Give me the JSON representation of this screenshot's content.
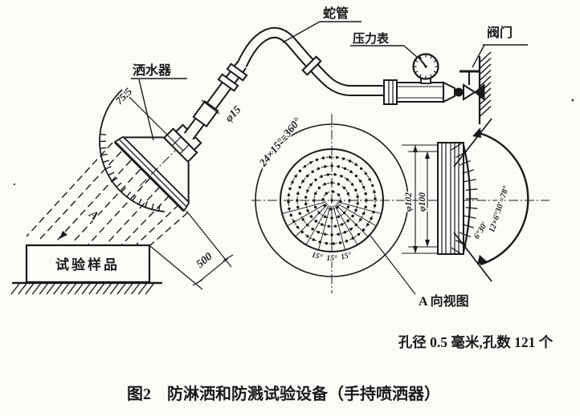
{
  "figure": {
    "caption": "图2　防淋洒和防溅试验设备（手持喷洒器）",
    "note": "孔径 0.5 毫米,孔数 121 个"
  },
  "labels": {
    "sprinkler": "洒水器",
    "flexible_hose": "蛇管",
    "pressure_gauge": "压力表",
    "valve": "阀门",
    "test_sample": "试验样品",
    "view_a": "A 向视图",
    "view_direction_marker": "A"
  },
  "dimensions": {
    "head_width_mm": "75.5",
    "pipe_diameter": "φ15",
    "spray_distance_mm": "500",
    "plate_outer_diameter": "φ102",
    "plate_inner_diameter": "φ100",
    "radial_division": "24×15°=360°",
    "sector_step": "15°",
    "ring_step": "6°30′",
    "ring_total": "12×6°30′=78°"
  },
  "drawing": {
    "ink_color": "#191919",
    "paper_color": "#fbfbf8",
    "hole_pattern": {
      "ring_counts": [
        1,
        8,
        16,
        24,
        32,
        40
      ],
      "ring_radii": [
        0,
        11,
        22,
        32.5,
        43,
        54
      ],
      "total_holes": 121
    }
  }
}
